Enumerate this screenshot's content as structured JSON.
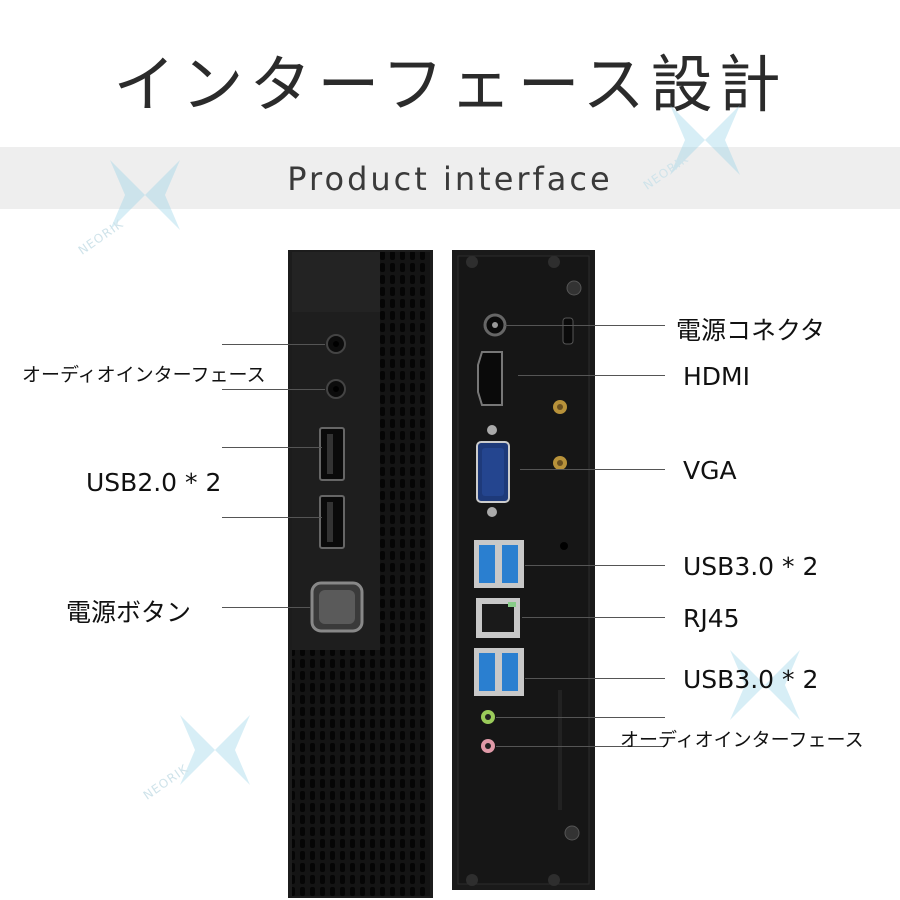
{
  "title": "インターフェース設計",
  "subtitle": "Product interface",
  "watermark": "NEORIK",
  "front_labels": {
    "audio": "オーディオインターフェース",
    "usb2": "USB2.0 * 2",
    "power_button": "電源ボタン"
  },
  "back_labels": {
    "power_connector": "電源コネクタ",
    "hdmi": "HDMI",
    "vga": "VGA",
    "usb3_top": "USB3.0 * 2",
    "rj45": "RJ45",
    "usb3_bottom": "USB3.0 * 2",
    "audio": "オーディオインターフェース"
  },
  "colors": {
    "accent_usb3": "#2a7fd0",
    "case": "#1a1a1a",
    "watermark": "#8fd0e6"
  }
}
